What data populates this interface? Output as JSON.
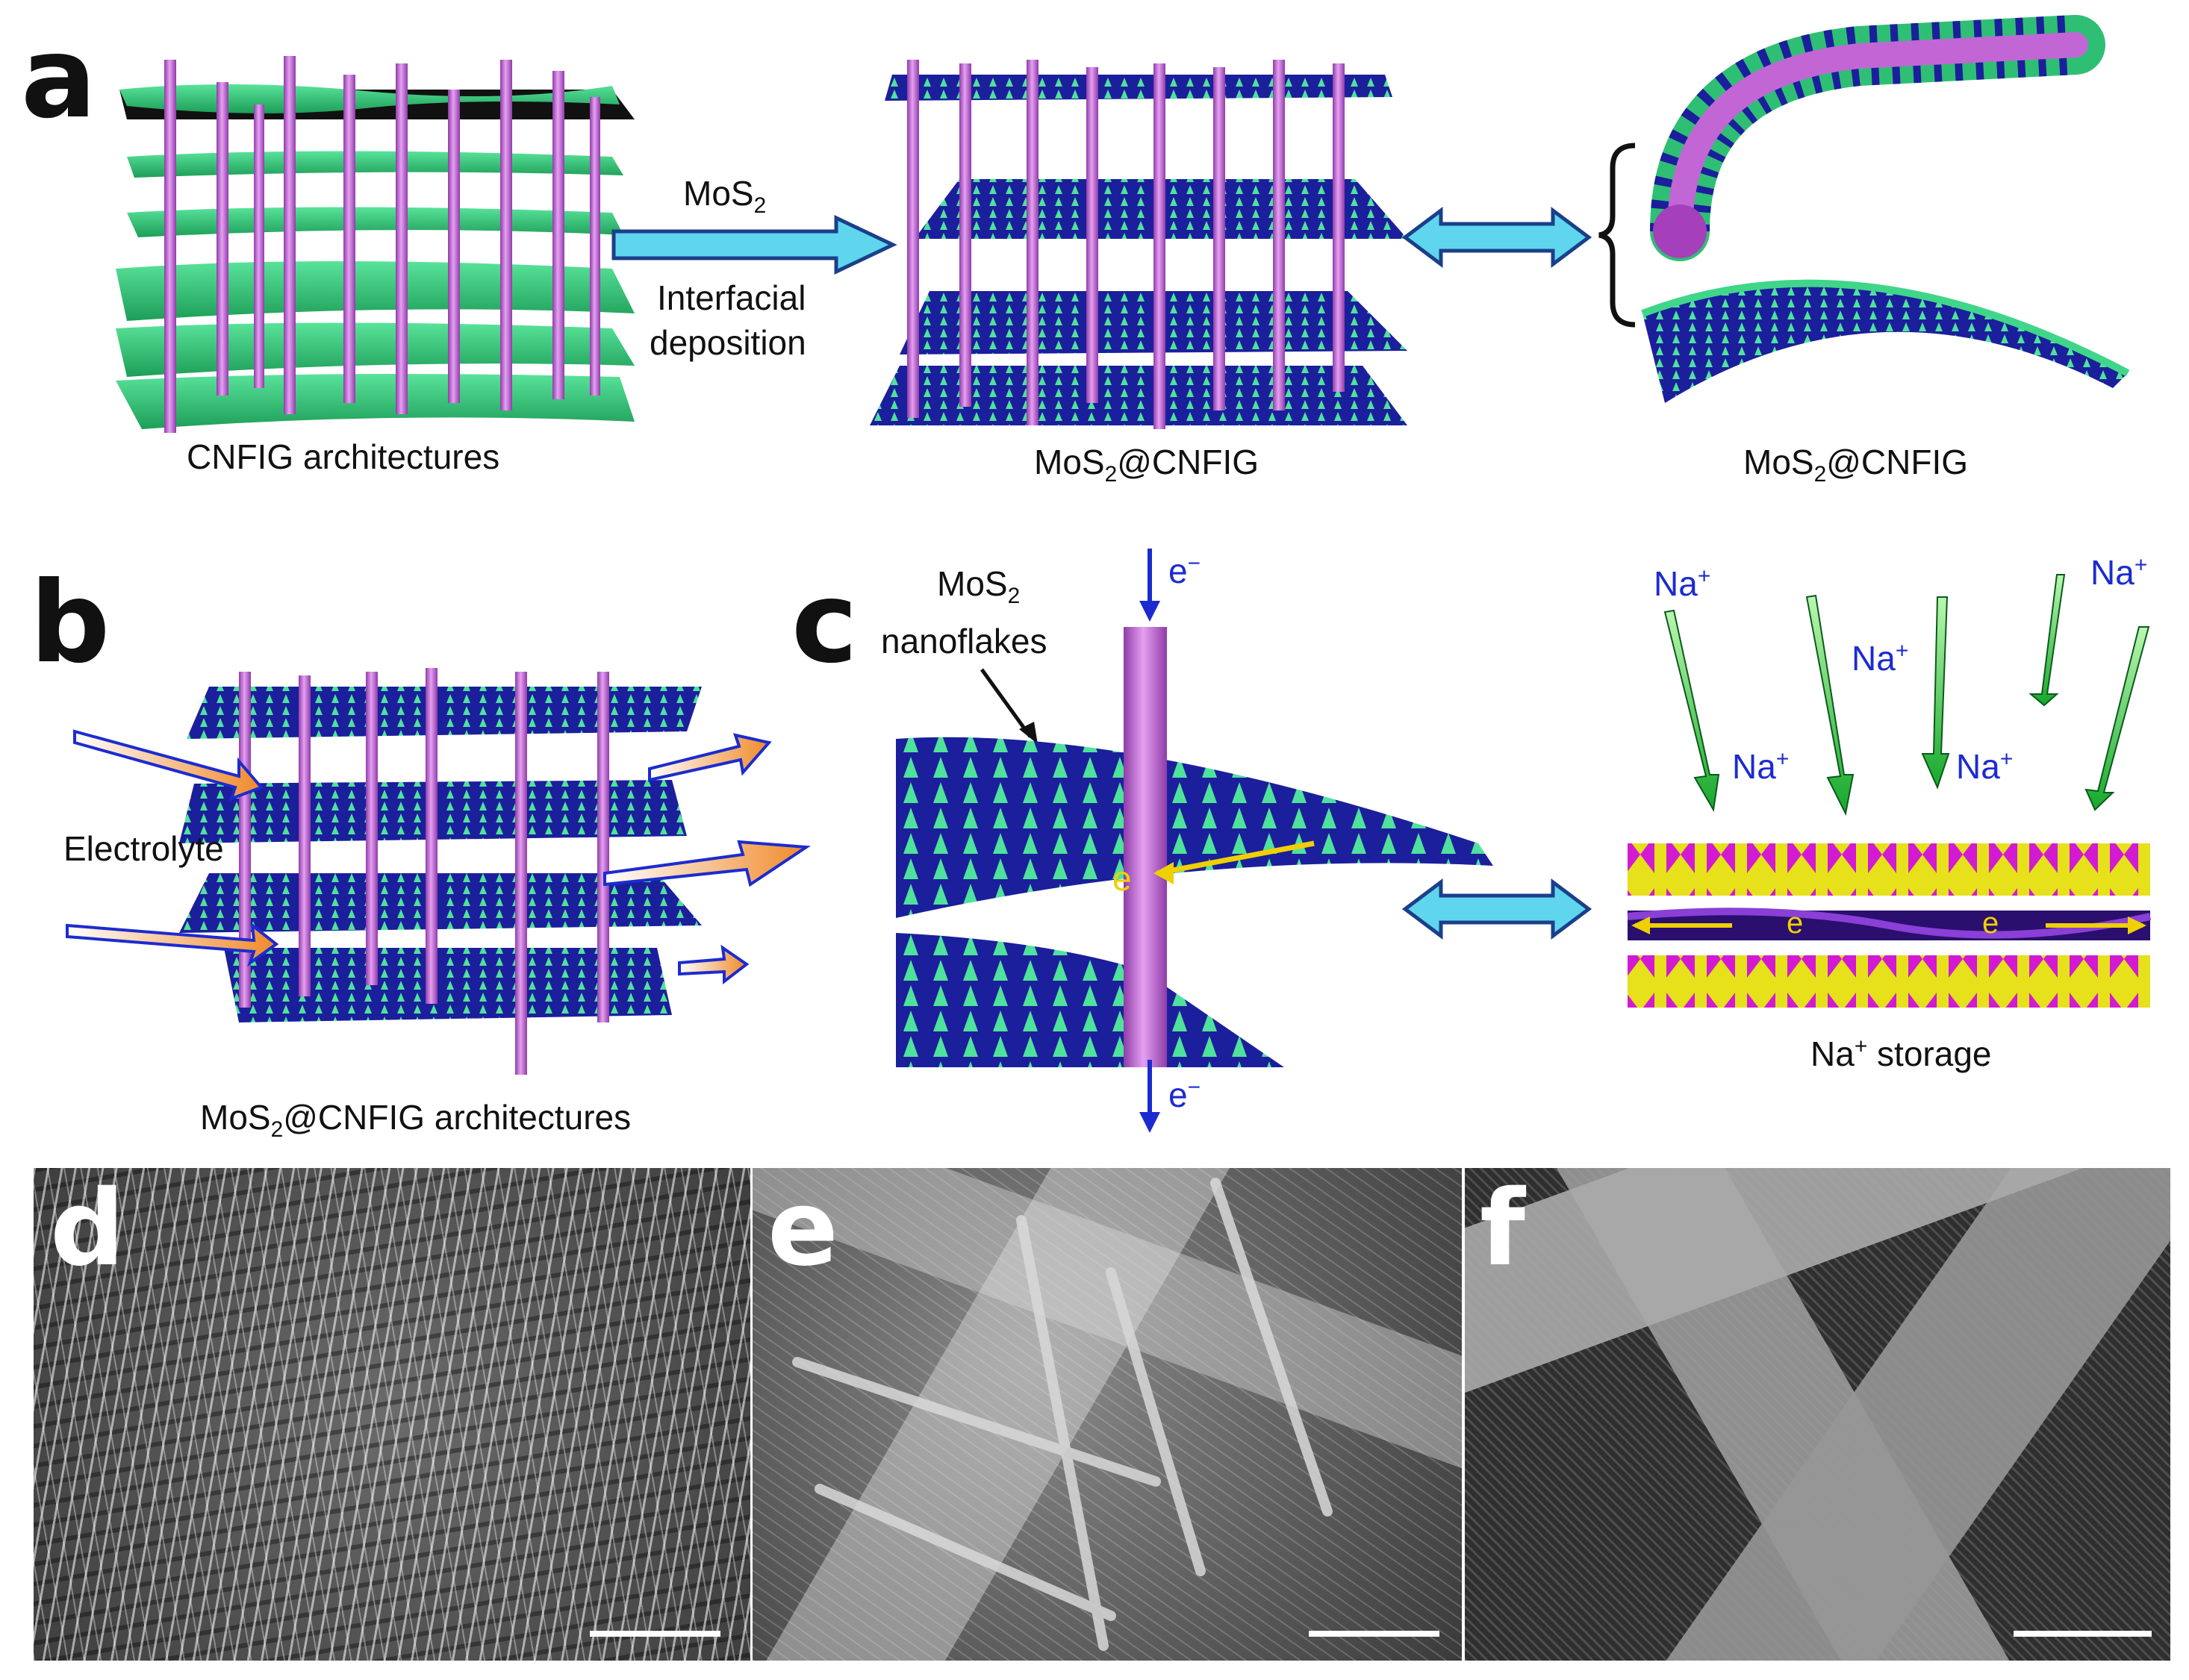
{
  "panels": {
    "a": {
      "letter": "a",
      "caption_left": "CNFIG architectures",
      "arrow_label_top_base": "MoS",
      "arrow_label_top_sub": "2",
      "arrow_label_bottom_line1": "Interfacial",
      "arrow_label_bottom_line2": "deposition",
      "caption_mid_base": "MoS",
      "caption_mid_sub": "2",
      "caption_mid_rest": "@CNFIG",
      "caption_right_base": "MoS",
      "caption_right_sub": "2",
      "caption_right_rest": "@CNFIG"
    },
    "b": {
      "letter": "b",
      "electrolyte_label": "Electrolyte",
      "caption_base": "MoS",
      "caption_sub": "2",
      "caption_rest": "@CNFIG architectures"
    },
    "c": {
      "letter": "c",
      "mos2_base": "MoS",
      "mos2_sub": "2",
      "nanoflakes": "nanoflakes",
      "electron_base": "e",
      "electron_sup": "−",
      "electron_plain": "e",
      "na_base": "Na",
      "na_sup": "+",
      "storage_caption_base": "Na",
      "storage_caption_sup": "+",
      "storage_caption_rest": " storage"
    },
    "d": {
      "letter": "d"
    },
    "e": {
      "letter": "e"
    },
    "f": {
      "letter": "f"
    }
  },
  "colors": {
    "graphene_green": "#3fd68a",
    "nanofiber_purple": "#c266d6",
    "mos2_blue": "#1b1f9c",
    "arrow_cyan": "#5fd6ee",
    "arrow_orange": "#f08a2a",
    "na_arrow_green": "#22c83c",
    "label_blue": "#1c2bd0",
    "electron_yellow": "#f0d000",
    "sulfur_yellow": "#e6e11a",
    "mo_magenta": "#d21ad2"
  }
}
